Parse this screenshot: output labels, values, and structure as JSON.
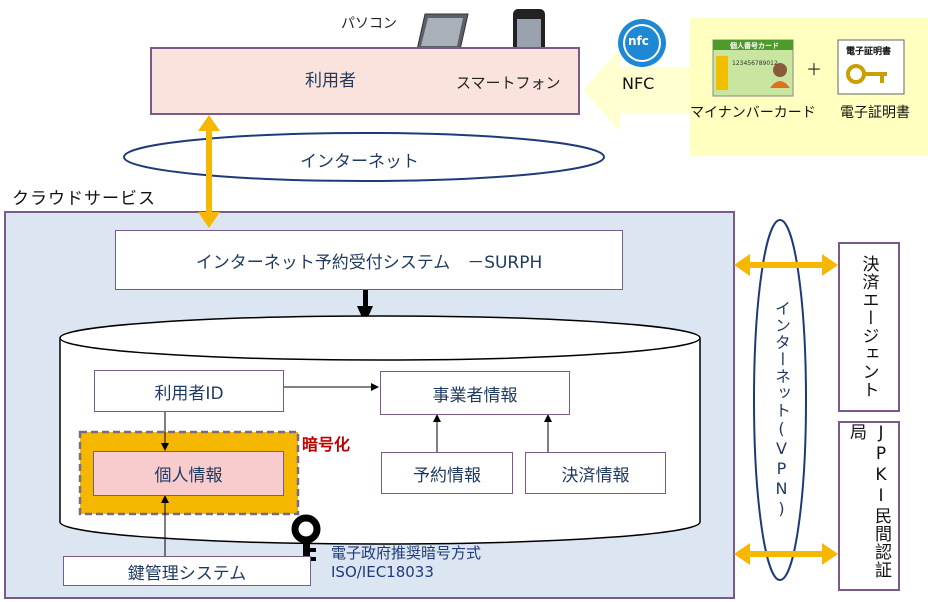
{
  "user": {
    "label": "利用者",
    "pc_label": "パソコン",
    "smartphone_label": "スマートフォン"
  },
  "nfc": {
    "label": "NFC",
    "icon_text": "nfc"
  },
  "cards": {
    "plus": "＋",
    "mynumber_card_title": "個人番号カード",
    "mynumber_card_number": "123456789012",
    "mynumber_label": "マイナンバーカード",
    "certificate_title": "電子証明書",
    "certificate_label": "電子証明書"
  },
  "internet_top": "インターネット",
  "cloud": {
    "title": "クラウドサービス",
    "surph": "インターネット予約受付システム　－SURPH",
    "user_id": "利用者ID",
    "business_info": "事業者情報",
    "personal_info": "個人情報",
    "encryption": "暗号化",
    "reservation_info": "予約情報",
    "payment_info": "決済情報",
    "key_system": "鍵管理システム",
    "crypto_line1": "電子政府推奨暗号方式",
    "crypto_line2": "ISO/IEC18033"
  },
  "internet_vpn": "インターネット(VPN)",
  "payment_agent": "決済エージェント",
  "jpki": "JPKI民間認証局",
  "colors": {
    "border_purple": "#7a5a8a",
    "cloud_fill": "#dce6f2",
    "user_fill": "#f9e3dc",
    "arrow_gold": "#f5b700",
    "card_panel": "#ffffc0",
    "encrypt_red": "#c00000",
    "personal_fill": "#f8cbcc",
    "ellipse_stroke": "#1f3a7a"
  }
}
